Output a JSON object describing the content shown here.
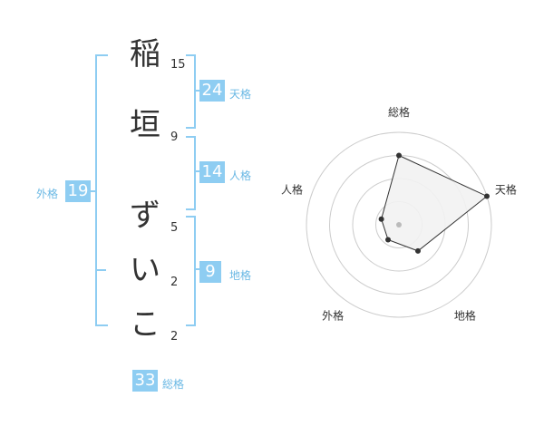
{
  "name": {
    "chars": [
      {
        "char": "稲",
        "strokes": "15"
      },
      {
        "char": "垣",
        "strokes": "9"
      },
      {
        "char": "ず",
        "strokes": "5"
      },
      {
        "char": "い",
        "strokes": "2"
      },
      {
        "char": "こ",
        "strokes": "2"
      }
    ]
  },
  "fortune": {
    "tenkaku": {
      "value": "24",
      "label": "天格"
    },
    "jinkaku": {
      "value": "14",
      "label": "人格"
    },
    "chikaku": {
      "value": "9",
      "label": "地格"
    },
    "gaikaku": {
      "value": "19",
      "label": "外格"
    },
    "soukaku": {
      "value": "33",
      "label": "総格"
    }
  },
  "chart_data": {
    "type": "radar",
    "axes": [
      "総格",
      "天格",
      "地格",
      "外格",
      "人格"
    ],
    "values": [
      0.75,
      1.0,
      0.35,
      0.2,
      0.2
    ],
    "rings": 4,
    "colors": {
      "accent": "#8ecdf2",
      "fill": "#f2f2f2",
      "line": "#333333",
      "grid": "#cccccc"
    }
  }
}
